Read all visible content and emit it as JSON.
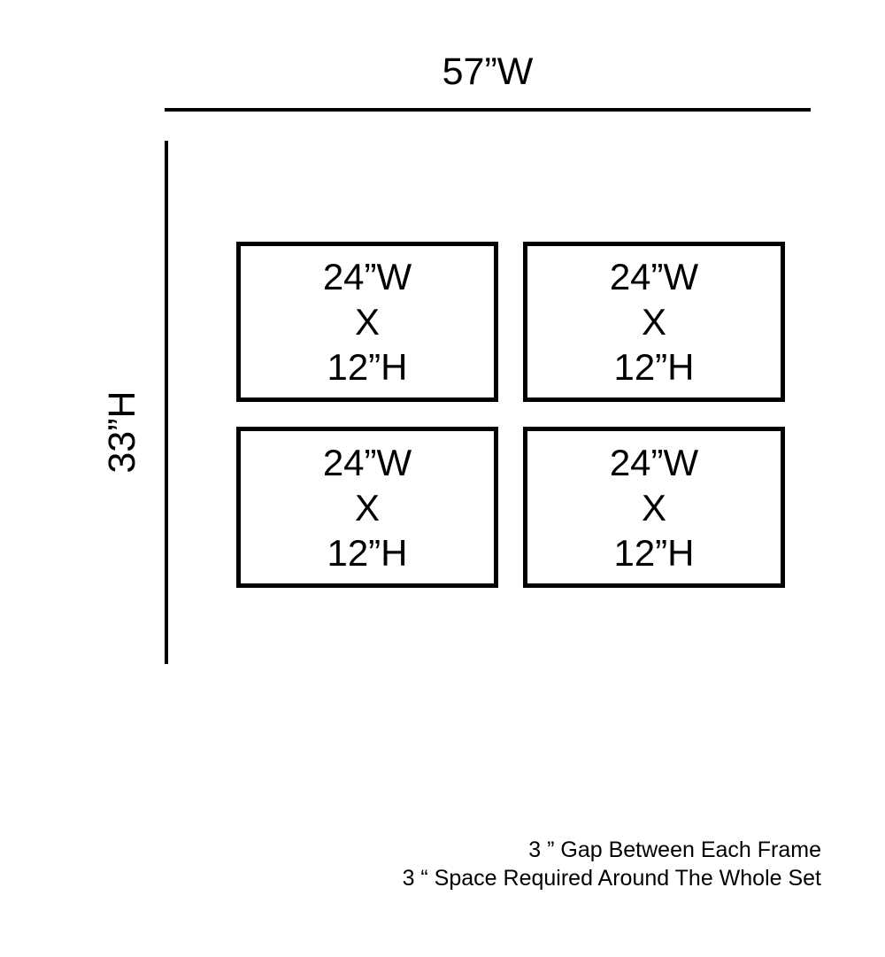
{
  "diagram": {
    "title_semantic": "four-frame gallery wall layout diagram",
    "colors": {
      "line": "#000000",
      "background": "#ffffff"
    },
    "dimensions": {
      "total_width_label": "57”W",
      "total_height_label": "33”H"
    },
    "frames": [
      {
        "position": "top-left",
        "width_label": "24”W",
        "separator": "X",
        "height_label": "12”H"
      },
      {
        "position": "top-right",
        "width_label": "24”W",
        "separator": "X",
        "height_label": "12”H"
      },
      {
        "position": "bottom-left",
        "width_label": "24”W",
        "separator": "X",
        "height_label": "12”H"
      },
      {
        "position": "bottom-right",
        "width_label": "24”W",
        "separator": "X",
        "height_label": "12”H"
      }
    ],
    "notes": {
      "gap_note": "3 ” Gap Between Each Frame",
      "space_note": "3 “ Space Required Around The Whole Set"
    }
  }
}
